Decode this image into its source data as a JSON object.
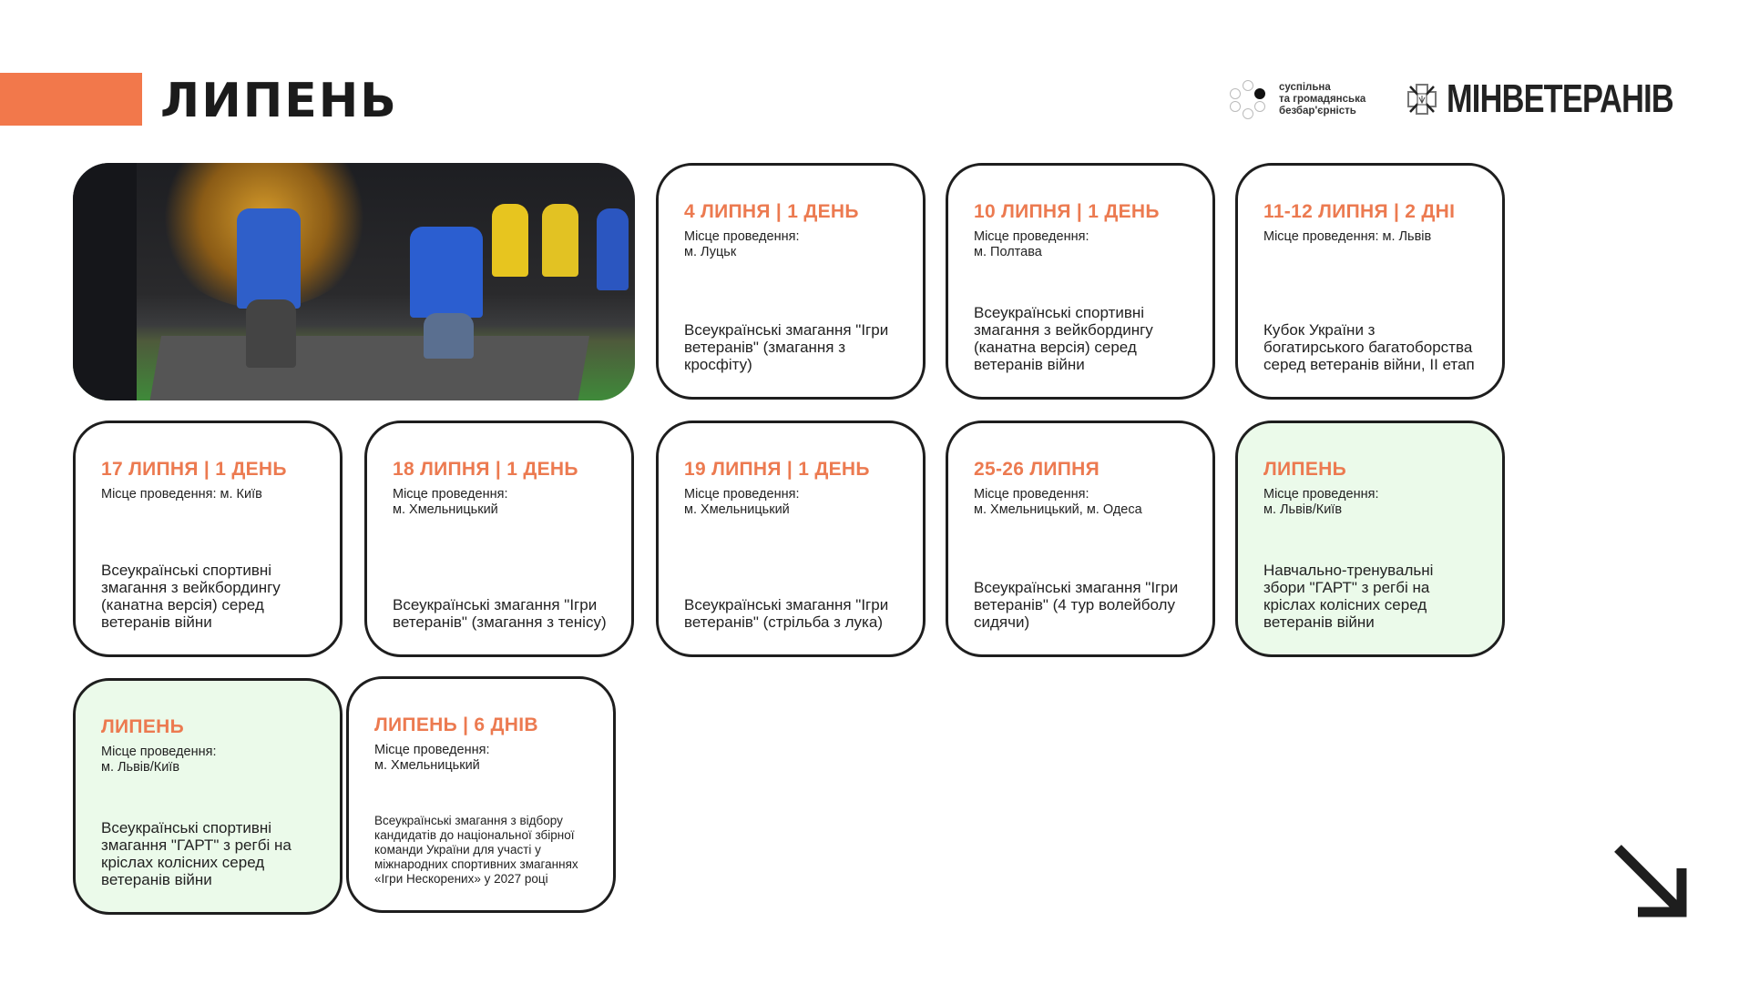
{
  "header": {
    "title": "ЛИПЕНЬ"
  },
  "logos": {
    "accessibility": {
      "lines": [
        "суспільна",
        "та громадянська",
        "безбар'єрність"
      ]
    },
    "ministry": {
      "name": "МІНВЕТЕРАНІВ"
    }
  },
  "colors": {
    "accent": "#f2784b",
    "date": "#ec7a50",
    "green_card": "#ebfaea",
    "border": "#1e1e1e"
  },
  "events": [
    {
      "date": "4 ЛИПНЯ | 1 ДЕНЬ",
      "location": "Місце проведення:\nм. Луцьк",
      "description": "Всеукраїнські змагання \"Ігри ветеранів\" (змагання з кросфіту)"
    },
    {
      "date": "10 ЛИПНЯ | 1 ДЕНЬ",
      "location": "Місце проведення:\nм. Полтава",
      "description": "Всеукраїнські спортивні змагання з вейкбордингу (канатна версія) серед ветеранів війни"
    },
    {
      "date": "11-12 ЛИПНЯ | 2 ДНІ",
      "location": "Місце проведення: м. Львів",
      "description": "Кубок України з богатирського багатоборства серед ветеранів війни, ІІ етап"
    },
    {
      "date": "17 ЛИПНЯ | 1 ДЕНЬ",
      "location": "Місце проведення: м. Київ",
      "description": "Всеукраїнські спортивні змагання з вейкбордингу (канатна версія) серед ветеранів війни"
    },
    {
      "date": "18 ЛИПНЯ | 1 ДЕНЬ",
      "location": "Місце проведення:\nм. Хмельницький",
      "description": "Всеукраїнські змагання \"Ігри ветеранів\" (змагання з тенісу)"
    },
    {
      "date": "19 ЛИПНЯ | 1 ДЕНЬ",
      "location": "Місце проведення:\nм. Хмельницький",
      "description": "Всеукраїнські змагання \"Ігри ветеранів\" (стрільба з лука)"
    },
    {
      "date": "25-26 ЛИПНЯ",
      "location": "Місце проведення:\nм. Хмельницький, м. Одеса",
      "description": "Всеукраїнські змагання \"Ігри ветеранів\" (4 тур волейболу сидячи)"
    },
    {
      "date": "ЛИПЕНЬ",
      "location": "Місце проведення:\nм. Львів/Київ",
      "description": "Навчально-тренувальні збори \"ГАРТ\" з регбі на кріслах колісних серед ветеранів війни"
    },
    {
      "date": "ЛИПЕНЬ",
      "location": "Місце проведення:\nм. Львів/Київ",
      "description": "Всеукраїнські спортивні змагання \"ГАРТ\" з регбі на кріслах колісних серед ветеранів війни"
    },
    {
      "date": "ЛИПЕНЬ | 6 ДНІВ",
      "location": "Місце проведення:\nм. Хмельницький",
      "description": "Всеукраїнські змагання з відбору кандидатів до національної збірної команди України для участі у міжнародних спортивних змаганнях «Ігри Нескорених» у 2027 році"
    }
  ]
}
